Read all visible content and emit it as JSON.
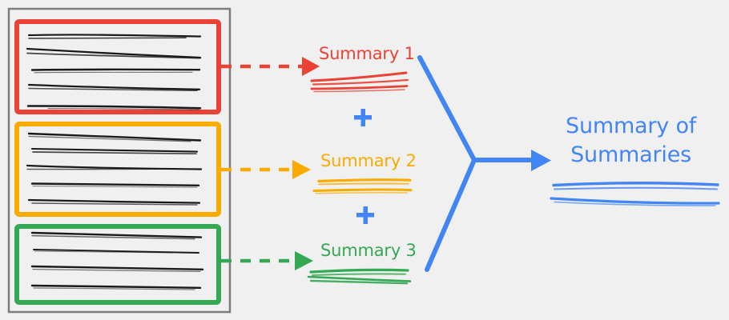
{
  "diagram": {
    "title": "Hierarchical summarization: map-reduce summary of summaries",
    "background_color": "#f0f0f0",
    "colors": {
      "red": "#ea4335",
      "yellow": "#fbab00",
      "green": "#34a853",
      "blue": "#4285f4",
      "document_container_border": "#7d7d7d",
      "text_line": "#1a1a1a"
    },
    "source_container": {
      "name": "source-documents-container",
      "border_color": "#7d7d7d",
      "documents": [
        {
          "id": "doc-1",
          "color": "#ea4335",
          "text_line_count": 5
        },
        {
          "id": "doc-2",
          "color": "#fbab00",
          "text_line_count": 5
        },
        {
          "id": "doc-3",
          "color": "#34a853",
          "text_line_count": 4
        }
      ]
    },
    "connectors": [
      {
        "name": "arrow-doc1-to-summary1",
        "style": "dashed",
        "color": "#ea4335"
      },
      {
        "name": "arrow-doc2-to-summary2",
        "style": "dashed",
        "color": "#fbab00"
      },
      {
        "name": "arrow-doc3-to-summary3",
        "style": "dashed",
        "color": "#34a853"
      },
      {
        "name": "merge-fork-to-final",
        "style": "solid",
        "color": "#4285f4"
      }
    ],
    "summaries": [
      {
        "id": "summary-1",
        "label": "Summary 1",
        "color": "#ea4335",
        "squiggle_line_count": 2
      },
      {
        "id": "summary-2",
        "label": "Summary 2",
        "color": "#fbab00",
        "squiggle_line_count": 2
      },
      {
        "id": "summary-3",
        "label": "Summary 3",
        "color": "#34a853",
        "squiggle_line_count": 2
      }
    ],
    "operators": [
      {
        "id": "plus-1",
        "symbol": "+",
        "color": "#4285f4"
      },
      {
        "id": "plus-2",
        "symbol": "+",
        "color": "#4285f4"
      }
    ],
    "final": {
      "id": "summary-of-summaries",
      "label_line_1": "Summary of",
      "label_line_2": "Summaries",
      "color": "#4285f4",
      "squiggle_line_count": 2
    }
  }
}
